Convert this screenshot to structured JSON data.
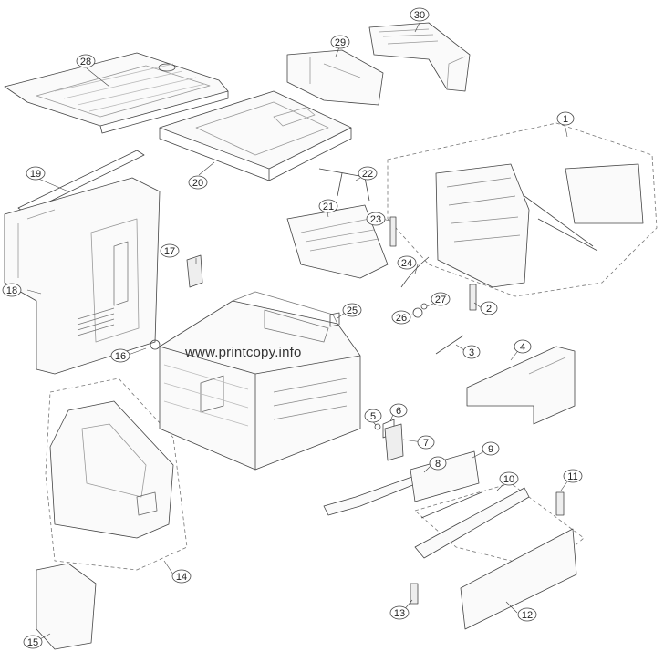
{
  "watermark": "www.printcopy.info",
  "callouts": [
    "1",
    "2",
    "3",
    "4",
    "5",
    "6",
    "7",
    "8",
    "9",
    "10",
    "11",
    "12",
    "13",
    "14",
    "15",
    "16",
    "17",
    "18",
    "19",
    "20",
    "21",
    "22",
    "23",
    "24",
    "25",
    "26",
    "27",
    "28",
    "29",
    "30"
  ]
}
